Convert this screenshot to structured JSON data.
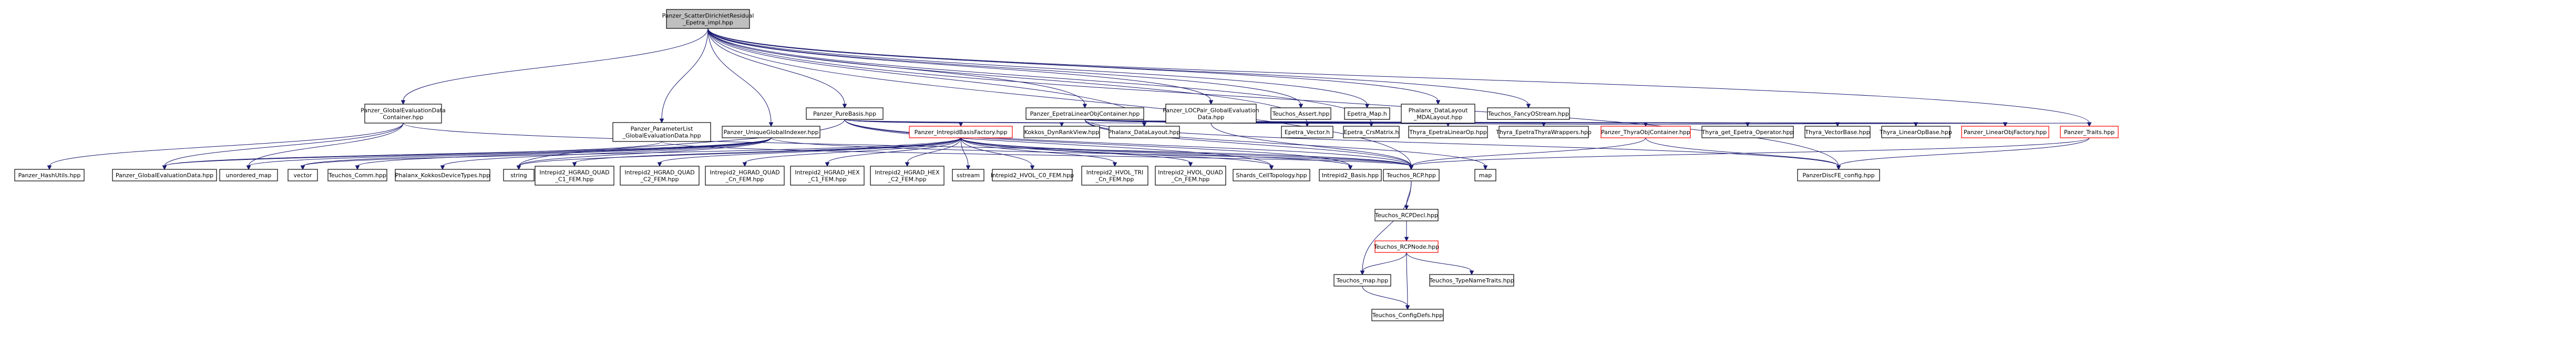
{
  "colors": {
    "edge": "#191970",
    "root_fill": "#bfbfbf",
    "node_fill": "#ffffff",
    "node_border": "#000000",
    "missing_border": "#ff0000"
  },
  "nodes": [
    {
      "id": "root",
      "lines": [
        "Panzer_ScatterDirichletResidual",
        "_Epetra_impl.hpp"
      ],
      "style": "root"
    },
    {
      "id": "ged_container",
      "lines": [
        "Panzer_GlobalEvaluationData",
        "Container.hpp"
      ],
      "style": "normal"
    },
    {
      "id": "pure_basis",
      "lines": [
        "Panzer_PureBasis.hpp"
      ],
      "style": "normal"
    },
    {
      "id": "epetra_container",
      "lines": [
        "Panzer_EpetraLinearObjContainer.hpp"
      ],
      "style": "normal"
    },
    {
      "id": "loc_pair",
      "lines": [
        "Panzer_LOCPair_GlobalEvaluation",
        "Data.hpp"
      ],
      "style": "normal"
    },
    {
      "id": "teuchos_assert",
      "lines": [
        "Teuchos_Assert.hpp"
      ],
      "style": "normal"
    },
    {
      "id": "epetra_map",
      "lines": [
        "Epetra_Map.h"
      ],
      "style": "normal"
    },
    {
      "id": "phalanx_mdlayout",
      "lines": [
        "Phalanx_DataLayout",
        "_MDALayout.hpp"
      ],
      "style": "normal"
    },
    {
      "id": "fancy_ostream",
      "lines": [
        "Teuchos_FancyOStream.hpp"
      ],
      "style": "normal"
    },
    {
      "id": "param_list",
      "lines": [
        "Panzer_ParameterList",
        "_GlobalEvaluationData.hpp"
      ],
      "style": "normal"
    },
    {
      "id": "unique_indexer",
      "lines": [
        "Panzer_UniqueGlobalIndexer.hpp"
      ],
      "style": "normal"
    },
    {
      "id": "intrepid_factory",
      "lines": [
        "Panzer_IntrepidBasisFactory.hpp"
      ],
      "style": "red"
    },
    {
      "id": "kokkos_view",
      "lines": [
        "Kokkos_DynRankView.hpp"
      ],
      "style": "normal"
    },
    {
      "id": "phalanx_layout",
      "lines": [
        "Phalanx_DataLayout.hpp"
      ],
      "style": "normal"
    },
    {
      "id": "epetra_vector",
      "lines": [
        "Epetra_Vector.h"
      ],
      "style": "normal"
    },
    {
      "id": "epetra_crs",
      "lines": [
        "Epetra_CrsMatrix.h"
      ],
      "style": "normal"
    },
    {
      "id": "thyra_linearop",
      "lines": [
        "Thyra_EpetraLinearOp.hpp"
      ],
      "style": "normal"
    },
    {
      "id": "thyra_wrappers",
      "lines": [
        "Thyra_EpetraThyraWrappers.hpp"
      ],
      "style": "normal"
    },
    {
      "id": "thyra_obj",
      "lines": [
        "Panzer_ThyraObjContainer.hpp"
      ],
      "style": "red"
    },
    {
      "id": "thyra_get_op",
      "lines": [
        "Thyra_get_Epetra_Operator.hpp"
      ],
      "style": "normal"
    },
    {
      "id": "thyra_vectorbase",
      "lines": [
        "Thyra_VectorBase.hpp"
      ],
      "style": "normal"
    },
    {
      "id": "thyra_linearopbase",
      "lines": [
        "Thyra_LinearOpBase.hpp"
      ],
      "style": "normal"
    },
    {
      "id": "linobj_factory",
      "lines": [
        "Panzer_LinearObjFactory.hpp"
      ],
      "style": "red"
    },
    {
      "id": "traits",
      "lines": [
        "Panzer_Traits.hpp"
      ],
      "style": "red"
    },
    {
      "id": "hashutils",
      "lines": [
        "Panzer_HashUtils.hpp"
      ],
      "style": "normal"
    },
    {
      "id": "ged",
      "lines": [
        "Panzer_GlobalEvaluationData.hpp"
      ],
      "style": "normal"
    },
    {
      "id": "unordered_map",
      "lines": [
        "unordered_map"
      ],
      "style": "normal"
    },
    {
      "id": "vector",
      "lines": [
        "vector"
      ],
      "style": "normal"
    },
    {
      "id": "teuchos_comm",
      "lines": [
        "Teuchos_Comm.hpp"
      ],
      "style": "normal"
    },
    {
      "id": "phalanx_kokkos",
      "lines": [
        "Phalanx_KokkosDeviceTypes.hpp"
      ],
      "style": "normal"
    },
    {
      "id": "string",
      "lines": [
        "string"
      ],
      "style": "normal"
    },
    {
      "id": "hgrad_quad_c1",
      "lines": [
        "Intrepid2_HGRAD_QUAD",
        "_C1_FEM.hpp"
      ],
      "style": "normal"
    },
    {
      "id": "hgrad_quad_c2",
      "lines": [
        "Intrepid2_HGRAD_QUAD",
        "_C2_FEM.hpp"
      ],
      "style": "normal"
    },
    {
      "id": "hgrad_quad_cn",
      "lines": [
        "Intrepid2_HGRAD_QUAD",
        "_Cn_FEM.hpp"
      ],
      "style": "normal"
    },
    {
      "id": "hgrad_hex_c1",
      "lines": [
        "Intrepid2_HGRAD_HEX",
        "_C1_FEM.hpp"
      ],
      "style": "normal"
    },
    {
      "id": "hgrad_hex_c2",
      "lines": [
        "Intrepid2_HGRAD_HEX",
        "_C2_FEM.hpp"
      ],
      "style": "normal"
    },
    {
      "id": "sstream",
      "lines": [
        "sstream"
      ],
      "style": "normal"
    },
    {
      "id": "hvol_c0",
      "lines": [
        "Intrepid2_HVOL_C0_FEM.hpp"
      ],
      "style": "normal"
    },
    {
      "id": "hvol_tri",
      "lines": [
        "Intrepid2_HVOL_TRI",
        "_Cn_FEM.hpp"
      ],
      "style": "normal"
    },
    {
      "id": "hvol_quad",
      "lines": [
        "Intrepid2_HVOL_QUAD",
        "_Cn_FEM.hpp"
      ],
      "style": "normal"
    },
    {
      "id": "shards",
      "lines": [
        "Shards_CellTopology.hpp"
      ],
      "style": "normal"
    },
    {
      "id": "intrepid_basis",
      "lines": [
        "Intrepid2_Basis.hpp"
      ],
      "style": "normal"
    },
    {
      "id": "teuchos_rcp",
      "lines": [
        "Teuchos_RCP.hpp"
      ],
      "style": "normal"
    },
    {
      "id": "map",
      "lines": [
        "map"
      ],
      "style": "normal"
    },
    {
      "id": "discfe_config",
      "lines": [
        "PanzerDiscFE_config.hpp"
      ],
      "style": "normal"
    },
    {
      "id": "rcp_decl",
      "lines": [
        "Teuchos_RCPDecl.hpp"
      ],
      "style": "normal"
    },
    {
      "id": "rcp_node",
      "lines": [
        "Teuchos_RCPNode.hpp"
      ],
      "style": "red"
    },
    {
      "id": "teuchos_map",
      "lines": [
        "Teuchos_map.hpp"
      ],
      "style": "normal"
    },
    {
      "id": "typename_traits",
      "lines": [
        "Teuchos_TypeNameTraits.hpp"
      ],
      "style": "normal"
    },
    {
      "id": "config_defs",
      "lines": [
        "Teuchos_ConfigDefs.hpp"
      ],
      "style": "normal"
    }
  ],
  "edges": [
    [
      "root",
      "ged_container"
    ],
    [
      "root",
      "pure_basis"
    ],
    [
      "root",
      "epetra_container"
    ],
    [
      "root",
      "loc_pair"
    ],
    [
      "root",
      "teuchos_assert"
    ],
    [
      "root",
      "epetra_map"
    ],
    [
      "root",
      "phalanx_mdlayout"
    ],
    [
      "root",
      "fancy_ostream"
    ],
    [
      "root",
      "param_list"
    ],
    [
      "root",
      "unique_indexer"
    ],
    [
      "root",
      "phalanx_layout"
    ],
    [
      "root",
      "epetra_vector"
    ],
    [
      "root",
      "epetra_crs"
    ],
    [
      "root",
      "teuchos_rcp"
    ],
    [
      "root",
      "discfe_config"
    ],
    [
      "root",
      "traits"
    ],
    [
      "ged_container",
      "hashutils"
    ],
    [
      "ged_container",
      "ged"
    ],
    [
      "ged_container",
      "unordered_map"
    ],
    [
      "ged_container",
      "teuchos_rcp"
    ],
    [
      "param_list",
      "ged"
    ],
    [
      "param_list",
      "teuchos_rcp"
    ],
    [
      "unique_indexer",
      "unordered_map"
    ],
    [
      "unique_indexer",
      "vector"
    ],
    [
      "unique_indexer",
      "teuchos_comm"
    ],
    [
      "unique_indexer",
      "phalanx_kokkos"
    ],
    [
      "unique_indexer",
      "string"
    ],
    [
      "unique_indexer",
      "teuchos_rcp"
    ],
    [
      "unique_indexer",
      "ged"
    ],
    [
      "pure_basis",
      "intrepid_factory"
    ],
    [
      "pure_basis",
      "kokkos_view"
    ],
    [
      "pure_basis",
      "phalanx_layout"
    ],
    [
      "pure_basis",
      "string"
    ],
    [
      "pure_basis",
      "teuchos_rcp"
    ],
    [
      "pure_basis",
      "shards"
    ],
    [
      "pure_basis",
      "intrepid_basis"
    ],
    [
      "intrepid_factory",
      "hgrad_quad_c1"
    ],
    [
      "intrepid_factory",
      "hgrad_quad_c2"
    ],
    [
      "intrepid_factory",
      "hgrad_quad_cn"
    ],
    [
      "intrepid_factory",
      "hgrad_hex_c1"
    ],
    [
      "intrepid_factory",
      "hgrad_hex_c2"
    ],
    [
      "intrepid_factory",
      "sstream"
    ],
    [
      "intrepid_factory",
      "hvol_c0"
    ],
    [
      "intrepid_factory",
      "hvol_tri"
    ],
    [
      "intrepid_factory",
      "hvol_quad"
    ],
    [
      "intrepid_factory",
      "shards"
    ],
    [
      "intrepid_factory",
      "intrepid_basis"
    ],
    [
      "intrepid_factory",
      "string"
    ],
    [
      "intrepid_factory",
      "teuchos_rcp"
    ],
    [
      "intrepid_factory",
      "vector"
    ],
    [
      "epetra_container",
      "epetra_vector"
    ],
    [
      "epetra_container",
      "epetra_crs"
    ],
    [
      "epetra_container",
      "thyra_linearop"
    ],
    [
      "epetra_container",
      "thyra_wrappers"
    ],
    [
      "epetra_container",
      "thyra_obj"
    ],
    [
      "epetra_container",
      "thyra_get_op"
    ],
    [
      "epetra_container",
      "thyra_vectorbase"
    ],
    [
      "epetra_container",
      "thyra_linearopbase"
    ],
    [
      "epetra_container",
      "linobj_factory"
    ],
    [
      "epetra_container",
      "teuchos_rcp"
    ],
    [
      "epetra_container",
      "map"
    ],
    [
      "epetra_container",
      "discfe_config"
    ],
    [
      "loc_pair",
      "teuchos_rcp"
    ],
    [
      "loc_pair",
      "linobj_factory"
    ],
    [
      "loc_pair",
      "traits"
    ],
    [
      "thyra_obj",
      "teuchos_rcp"
    ],
    [
      "thyra_obj",
      "discfe_config"
    ],
    [
      "traits",
      "discfe_config"
    ],
    [
      "traits",
      "teuchos_rcp"
    ],
    [
      "teuchos_rcp",
      "rcp_decl"
    ],
    [
      "teuchos_rcp",
      "teuchos_map"
    ],
    [
      "rcp_decl",
      "rcp_node"
    ],
    [
      "rcp_node",
      "teuchos_map"
    ],
    [
      "rcp_node",
      "typename_traits"
    ],
    [
      "rcp_node",
      "config_defs"
    ],
    [
      "teuchos_map",
      "config_defs"
    ]
  ]
}
